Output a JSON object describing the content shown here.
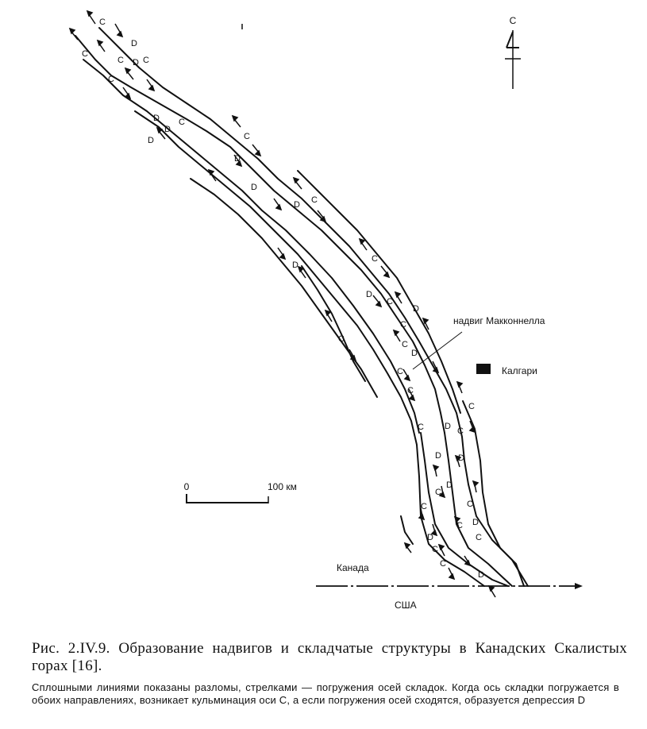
{
  "map": {
    "north_label": "С",
    "scale": {
      "start_label": "0",
      "end_label": "100 км"
    },
    "labels": {
      "thrust": "надвиг Макконнелла",
      "city": "Калгари",
      "canada": "Канада",
      "usa": "США"
    },
    "fold_marks": [
      "С",
      "С",
      "D",
      "С",
      "D",
      "С",
      "D",
      "С",
      "D",
      "С",
      "D",
      "С",
      "D",
      "D",
      "С",
      "D",
      "С",
      "D",
      "С",
      "D",
      "С",
      "С",
      "D",
      "С",
      "D",
      "С",
      "С",
      "С",
      "С",
      "D",
      "С",
      "D",
      "С",
      "D",
      "С",
      "С",
      "D",
      "С",
      "D",
      "С",
      "С",
      "D",
      "С",
      "D"
    ]
  },
  "caption": {
    "title": "Рис. 2.IV.9. Образование надвигов и складчатые структуры в Канадских Скалистых горах [16].",
    "note": "Сплошными линиями показаны разломы, стрелками — погружения осей складок. Когда ось складки погружается в обоих направлениях, возникает кульминация оси С, а если погружения осей сходятся, образуется депрессия D"
  }
}
